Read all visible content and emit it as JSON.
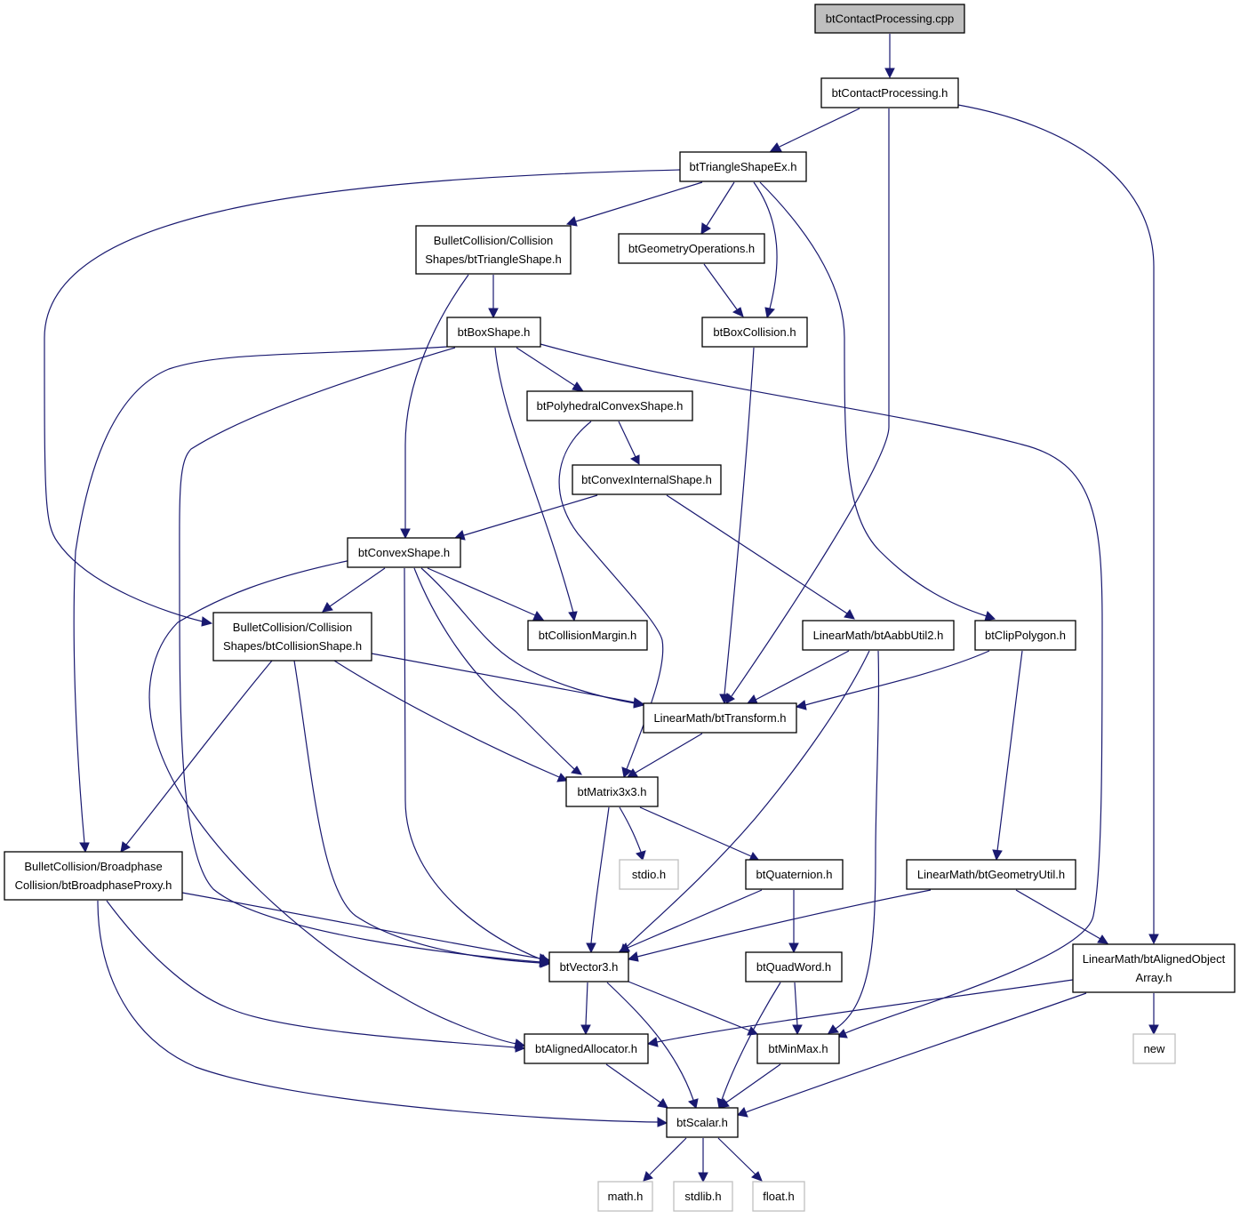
{
  "diagram": {
    "title": "",
    "nodes": {
      "bt_contact_processing_cpp": {
        "lines": [
          "btContactProcessing.cpp"
        ]
      },
      "bt_contact_processing_h": {
        "lines": [
          "btContactProcessing.h"
        ]
      },
      "bt_triangle_shape_ex": {
        "lines": [
          "btTriangleShapeEx.h"
        ]
      },
      "bt_triangle_shape": {
        "lines": [
          "BulletCollision/Collision",
          "Shapes/btTriangleShape.h"
        ]
      },
      "bt_geometry_operations": {
        "lines": [
          "btGeometryOperations.h"
        ]
      },
      "bt_box_shape": {
        "lines": [
          "btBoxShape.h"
        ]
      },
      "bt_box_collision": {
        "lines": [
          "btBoxCollision.h"
        ]
      },
      "bt_polyhedral_convex_shape": {
        "lines": [
          "btPolyhedralConvexShape.h"
        ]
      },
      "bt_convex_internal_shape": {
        "lines": [
          "btConvexInternalShape.h"
        ]
      },
      "bt_convex_shape": {
        "lines": [
          "btConvexShape.h"
        ]
      },
      "bt_collision_shape": {
        "lines": [
          "BulletCollision/Collision",
          "Shapes/btCollisionShape.h"
        ]
      },
      "bt_collision_margin": {
        "lines": [
          "btCollisionMargin.h"
        ]
      },
      "bt_aabb_util2": {
        "lines": [
          "LinearMath/btAabbUtil2.h"
        ]
      },
      "bt_clip_polygon": {
        "lines": [
          "btClipPolygon.h"
        ]
      },
      "bt_transform": {
        "lines": [
          "LinearMath/btTransform.h"
        ]
      },
      "bt_matrix3x3": {
        "lines": [
          "btMatrix3x3.h"
        ]
      },
      "bt_broadphase_proxy": {
        "lines": [
          "BulletCollision/Broadphase",
          "Collision/btBroadphaseProxy.h"
        ]
      },
      "stdio_h": {
        "lines": [
          "stdio.h"
        ]
      },
      "bt_quaternion": {
        "lines": [
          "btQuaternion.h"
        ]
      },
      "bt_geometry_util": {
        "lines": [
          "LinearMath/btGeometryUtil.h"
        ]
      },
      "bt_vector3": {
        "lines": [
          "btVector3.h"
        ]
      },
      "bt_quad_word": {
        "lines": [
          "btQuadWord.h"
        ]
      },
      "bt_aligned_object_array": {
        "lines": [
          "LinearMath/btAlignedObject",
          "Array.h"
        ]
      },
      "bt_aligned_allocator": {
        "lines": [
          "btAlignedAllocator.h"
        ]
      },
      "bt_min_max": {
        "lines": [
          "btMinMax.h"
        ]
      },
      "new_h": {
        "lines": [
          "new"
        ]
      },
      "bt_scalar": {
        "lines": [
          "btScalar.h"
        ]
      },
      "math_h": {
        "lines": [
          "math.h"
        ]
      },
      "stdlib_h": {
        "lines": [
          "stdlib.h"
        ]
      },
      "float_h": {
        "lines": [
          "float.h"
        ]
      }
    },
    "edges": [
      [
        "bt_contact_processing_cpp",
        "bt_contact_processing_h"
      ],
      [
        "bt_contact_processing_h",
        "bt_triangle_shape_ex"
      ],
      [
        "bt_contact_processing_h",
        "bt_transform"
      ],
      [
        "bt_contact_processing_h",
        "bt_aligned_object_array"
      ],
      [
        "bt_triangle_shape_ex",
        "bt_collision_shape"
      ],
      [
        "bt_triangle_shape_ex",
        "bt_triangle_shape"
      ],
      [
        "bt_triangle_shape_ex",
        "bt_geometry_operations"
      ],
      [
        "bt_triangle_shape_ex",
        "bt_box_collision"
      ],
      [
        "bt_triangle_shape_ex",
        "bt_clip_polygon"
      ],
      [
        "bt_triangle_shape",
        "bt_box_shape"
      ],
      [
        "bt_triangle_shape",
        "bt_convex_shape"
      ],
      [
        "bt_geometry_operations",
        "bt_box_collision"
      ],
      [
        "bt_box_collision",
        "bt_transform"
      ],
      [
        "bt_box_shape",
        "bt_polyhedral_convex_shape"
      ],
      [
        "bt_box_shape",
        "bt_collision_margin"
      ],
      [
        "bt_box_shape",
        "bt_broadphase_proxy"
      ],
      [
        "bt_box_shape",
        "bt_vector3"
      ],
      [
        "bt_box_shape",
        "bt_min_max"
      ],
      [
        "bt_polyhedral_convex_shape",
        "bt_convex_internal_shape"
      ],
      [
        "bt_polyhedral_convex_shape",
        "bt_matrix3x3"
      ],
      [
        "bt_convex_internal_shape",
        "bt_convex_shape"
      ],
      [
        "bt_convex_internal_shape",
        "bt_aabb_util2"
      ],
      [
        "bt_convex_shape",
        "bt_collision_shape"
      ],
      [
        "bt_convex_shape",
        "bt_collision_margin"
      ],
      [
        "bt_convex_shape",
        "bt_transform"
      ],
      [
        "bt_convex_shape",
        "bt_matrix3x3"
      ],
      [
        "bt_convex_shape",
        "bt_vector3"
      ],
      [
        "bt_convex_shape",
        "bt_aligned_allocator"
      ],
      [
        "bt_collision_shape",
        "bt_transform"
      ],
      [
        "bt_collision_shape",
        "bt_matrix3x3"
      ],
      [
        "bt_collision_shape",
        "bt_vector3"
      ],
      [
        "bt_collision_shape",
        "bt_broadphase_proxy"
      ],
      [
        "bt_aabb_util2",
        "bt_transform"
      ],
      [
        "bt_aabb_util2",
        "bt_vector3"
      ],
      [
        "bt_aabb_util2",
        "bt_min_max"
      ],
      [
        "bt_clip_polygon",
        "bt_transform"
      ],
      [
        "bt_clip_polygon",
        "bt_geometry_util"
      ],
      [
        "bt_transform",
        "bt_matrix3x3"
      ],
      [
        "bt_matrix3x3",
        "stdio_h"
      ],
      [
        "bt_matrix3x3",
        "bt_quaternion"
      ],
      [
        "bt_matrix3x3",
        "bt_vector3"
      ],
      [
        "bt_quaternion",
        "bt_vector3"
      ],
      [
        "bt_quaternion",
        "bt_quad_word"
      ],
      [
        "bt_geometry_util",
        "bt_vector3"
      ],
      [
        "bt_geometry_util",
        "bt_aligned_object_array"
      ],
      [
        "bt_broadphase_proxy",
        "bt_vector3"
      ],
      [
        "bt_broadphase_proxy",
        "bt_aligned_allocator"
      ],
      [
        "bt_broadphase_proxy",
        "bt_scalar"
      ],
      [
        "bt_vector3",
        "bt_aligned_allocator"
      ],
      [
        "bt_vector3",
        "bt_min_max"
      ],
      [
        "bt_vector3",
        "bt_scalar"
      ],
      [
        "bt_quad_word",
        "bt_min_max"
      ],
      [
        "bt_quad_word",
        "bt_scalar"
      ],
      [
        "bt_aligned_object_array",
        "bt_aligned_allocator"
      ],
      [
        "bt_aligned_object_array",
        "new_h"
      ],
      [
        "bt_aligned_object_array",
        "bt_scalar"
      ],
      [
        "bt_aligned_allocator",
        "bt_scalar"
      ],
      [
        "bt_min_max",
        "bt_scalar"
      ],
      [
        "bt_scalar",
        "math_h"
      ],
      [
        "bt_scalar",
        "stdlib_h"
      ],
      [
        "bt_scalar",
        "float_h"
      ]
    ]
  }
}
